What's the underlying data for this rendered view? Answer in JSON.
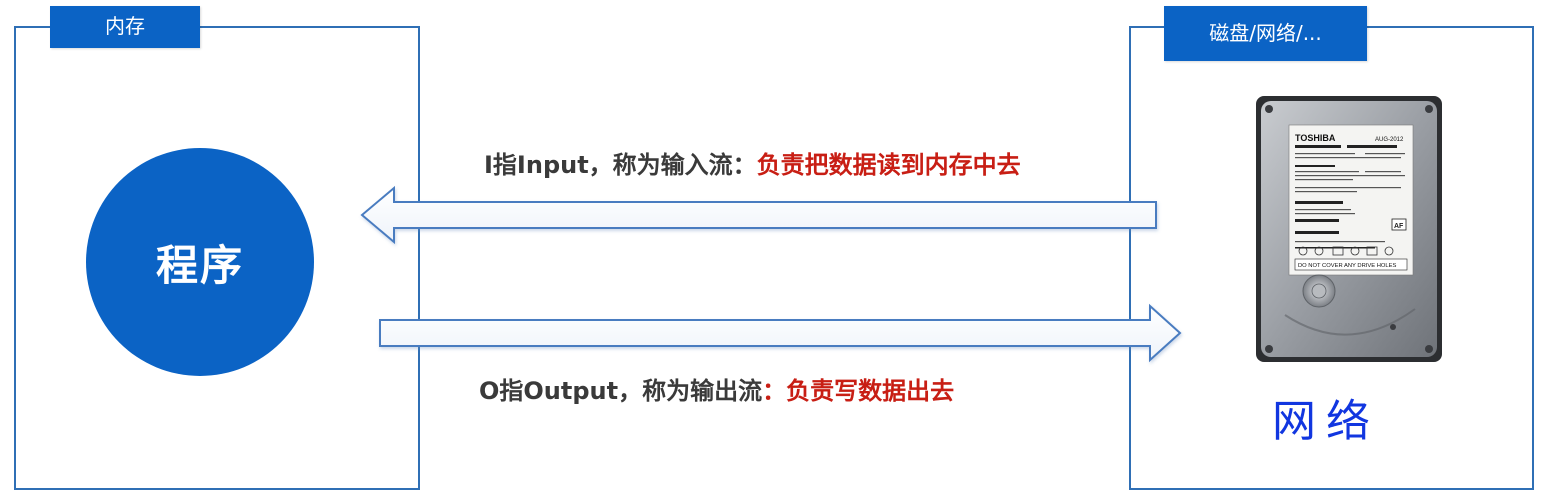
{
  "memory_tab": {
    "label": "内存"
  },
  "storage_tab": {
    "label": "磁盘/网络/..."
  },
  "program": {
    "label": "程序"
  },
  "input_flow": {
    "prefix": "I指Input，称为输入流：",
    "emphasis": "负责把数据读到内存中去"
  },
  "output_flow": {
    "prefix": "O指Output，称为输出流",
    "separator": "：",
    "emphasis": "负责写数据出去"
  },
  "disk": {
    "brand": "TOSHIBA",
    "date_code": "AUG-2012",
    "warning": "DO NOT COVER ANY DRIVE HOLES",
    "maker_badge": "AF"
  },
  "network_label": "网络",
  "colors": {
    "accent_blue": "#0b63c5",
    "border_blue": "#2f6fb5",
    "text_dark": "#3a3a3a",
    "text_red": "#c81e14",
    "network_blue": "#1136e0"
  },
  "icons": {
    "disk": "hard-disk-drive-icon",
    "left_arrow": "arrow-left-icon",
    "right_arrow": "arrow-right-icon"
  }
}
